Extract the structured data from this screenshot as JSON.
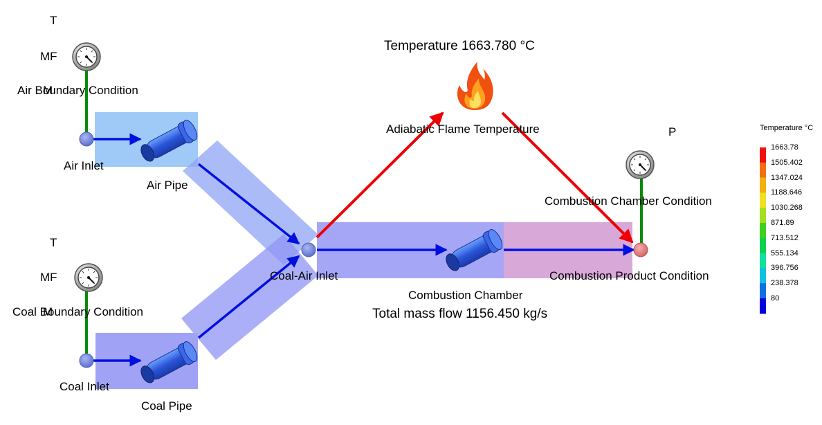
{
  "labels": {
    "air_t": "T",
    "air_mf": "MF",
    "air_m": "M",
    "air_boundary": "Air Boundary Condition",
    "air_inlet": "Air Inlet",
    "air_pipe": "Air Pipe",
    "coal_t": "T",
    "coal_mf": "MF",
    "coal_m": "M",
    "coal_boundary": "Coal Boundary Condition",
    "coal_inlet": "Coal Inlet",
    "coal_pipe": "Coal Pipe",
    "coal_air_inlet": "Coal-Air Inlet",
    "combustion_chamber": "Combustion Chamber",
    "total_mass_flow": "Total mass flow   1156.450 kg/s",
    "temperature_readout": "Temperature   1663.780 °C",
    "adiabatic_flame": "Adiabatic Flame Temperature",
    "chamber_p": "P",
    "chamber_condition": "Combustion Chamber Condition",
    "product_condition": "Combustion Product Condition"
  },
  "legend": {
    "title": "Temperature °C",
    "values": [
      "1663.78",
      "1505.402",
      "1347.024",
      "1188.646",
      "1030.268",
      "871.89",
      "713.512",
      "555.134",
      "396.756",
      "238.378",
      "80"
    ],
    "colors": [
      "#f01010",
      "#f07010",
      "#f0b010",
      "#f0e020",
      "#a0e020",
      "#40d020",
      "#10d050",
      "#10e0a0",
      "#10c0e0",
      "#1070e0",
      "#0000e0"
    ]
  },
  "colors": {
    "flow_arrow": "#0010e0",
    "heat_arrow": "#ee0000",
    "signal_line": "#0a8a0a",
    "air_pipe_fill": "#9fcaf7",
    "coal_pipe_fill": "#a0a3f5",
    "chamber_fill": "#a6a6f7",
    "product_fill": "#d8a8d8"
  }
}
